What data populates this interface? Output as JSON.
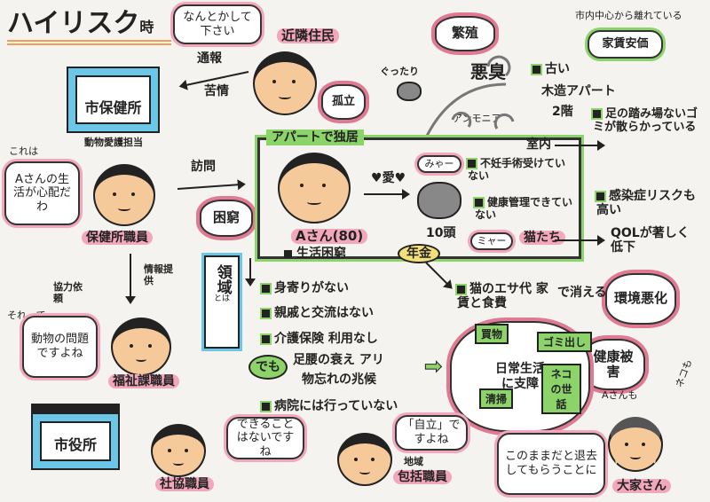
{
  "title": {
    "main": "ハイリスク",
    "suffix": "時"
  },
  "neighbor": {
    "bubble": "なんとかして下さい",
    "label": "近隣住民",
    "report": "通報",
    "complaint": "苦情"
  },
  "health_center": {
    "name": "市保健所",
    "dept": "動物愛護担当"
  },
  "health_staff": {
    "pre": "これは",
    "bubble": "Aさんの生活が心配だわ",
    "label": "保健所職員",
    "visit": "訪問"
  },
  "bursts": {
    "poverty": "困窮",
    "isolation": "孤立",
    "breeding": "繁殖",
    "environment": "環境悪化",
    "health": "健康被害"
  },
  "smell": {
    "main": "悪臭",
    "ammonia": "アンモニア",
    "tired": "ぐったり"
  },
  "apartment": {
    "old": "古い",
    "wooden": "木造アパート",
    "floor": "2階",
    "far": "市内中心から離れている",
    "rent": "家賃安価",
    "indoor": "室内",
    "mess": "足の踏み場ないゴミが散らかっている"
  },
  "frame": {
    "label": "アパートで独居"
  },
  "resident": {
    "love": "愛",
    "meow1": "みゃー",
    "meow2": "ミャー",
    "count": "10頭",
    "cats": "猫たち",
    "name": "Aさん(80)",
    "hardship": "生活困窮",
    "pension": "年金",
    "no_surgery": "不妊手術受けていない",
    "no_health": "健康管理できていない",
    "infection": "感染症リスクも高い",
    "qol": "QOLが著しく低下"
  },
  "domain_box": {
    "main": "領域",
    "sub": "とは"
  },
  "bullets": {
    "b1": "身寄りがない",
    "b2": "親戚と交流はない",
    "b3": "介護保険 利用なし",
    "but": "でも",
    "b4a": "足腰の衰え アリ",
    "b4b": "物忘れの兆候",
    "b5": "病院には行っていない",
    "money": "猫のエサ代 家賃と食費",
    "vanish": "で消える"
  },
  "daily": {
    "main": "日常生活に支障",
    "shop": "買物",
    "trash": "ゴミ出し",
    "cat_care": "ネコの世話",
    "clean": "清掃"
  },
  "health_note": {
    "a": "Aさんも",
    "cat": "ネコも"
  },
  "welfare": {
    "cooperate": "協力依頼",
    "info": "情報提供",
    "pre": "それって",
    "bubble": "動物の問題ですよね",
    "label": "福祉課職員"
  },
  "city_hall": {
    "name": "市役所"
  },
  "social": {
    "bubble": "できることはないですね",
    "label": "社協職員"
  },
  "community": {
    "bubble": "「自立」ですよね",
    "area": "地域",
    "label": "包括職員"
  },
  "landlord": {
    "bubble": "このままだと退去してもらうことに",
    "label": "大家さん"
  },
  "colors": {
    "pink": "#f2a7bd",
    "green": "#8cd46a",
    "blue": "#6cc6e8",
    "skin": "#f6c99b"
  }
}
